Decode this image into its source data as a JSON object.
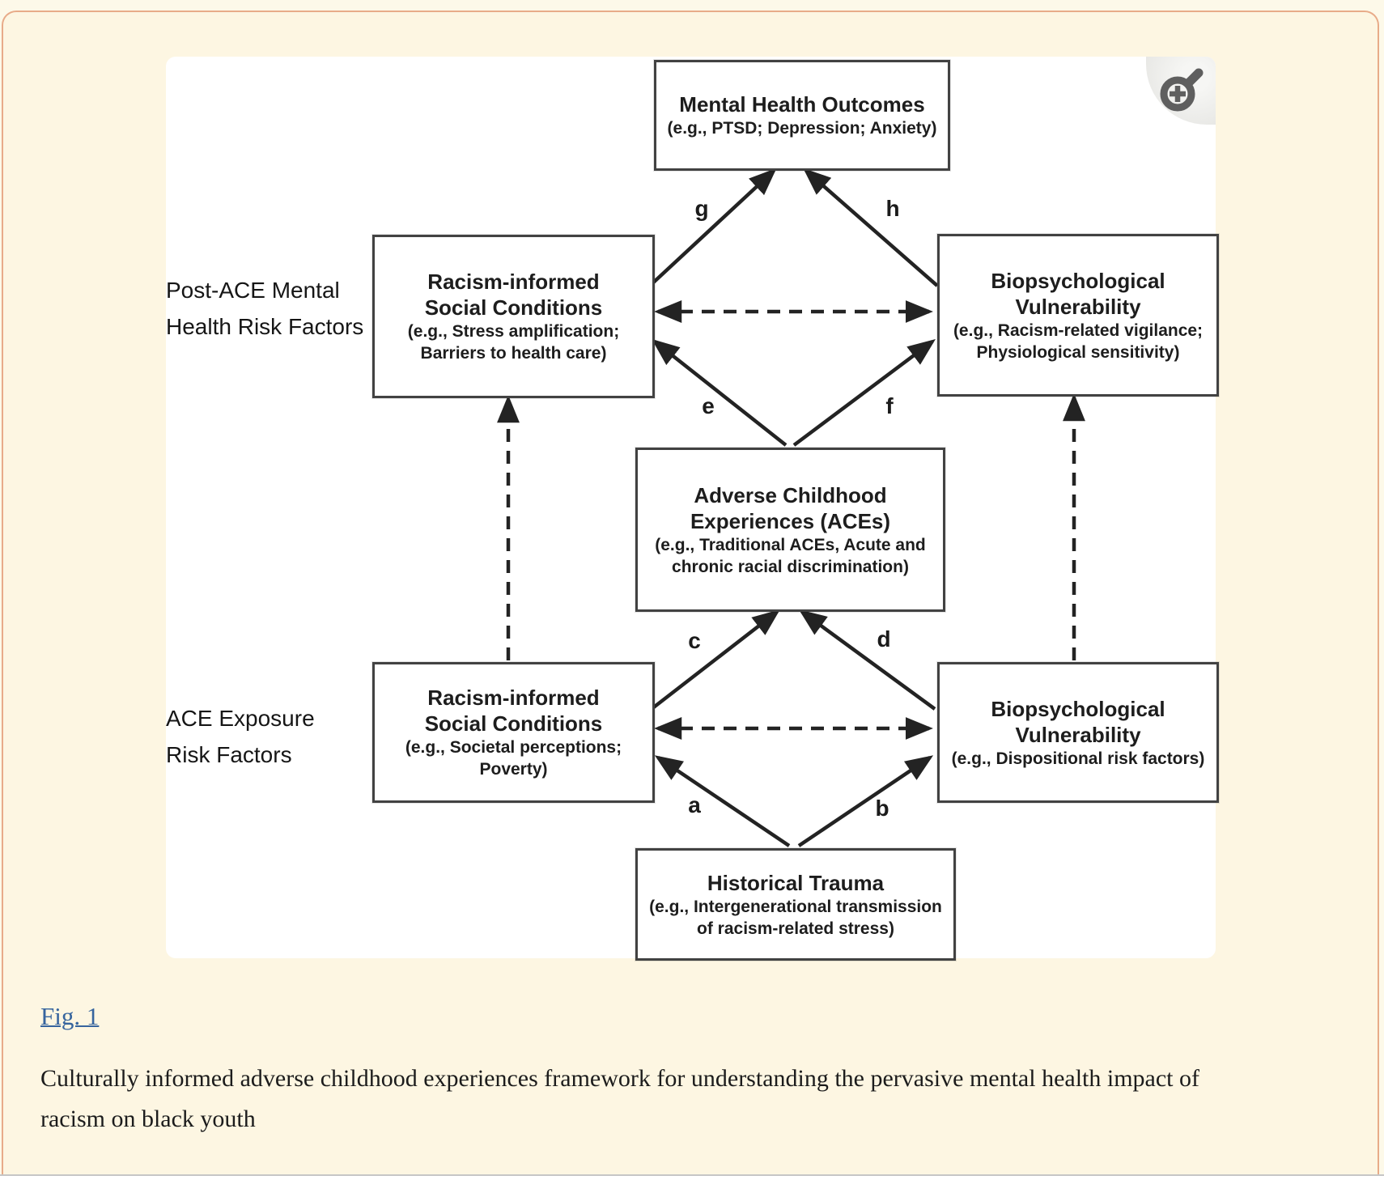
{
  "figure": {
    "zoom_button": {
      "icon": "magnifier-plus-icon"
    },
    "side_labels": {
      "post_ace": {
        "line1": "Post-ACE Mental",
        "line2": "Health Risk Factors"
      },
      "ace_exposure": {
        "line1": "ACE Exposure",
        "line2": "Risk Factors"
      }
    },
    "boxes": {
      "mho": {
        "title1": "Mental Health Outcomes",
        "sub1": "(e.g., PTSD; Depression; Anxiety)"
      },
      "risc_post": {
        "title1": "Racism-informed",
        "title2": "Social Conditions",
        "sub1": "(e.g., Stress amplification;",
        "sub2": "Barriers to health care)"
      },
      "bv_post": {
        "title1": "Biopsychological",
        "title2": "Vulnerability",
        "sub1": "(e.g., Racism-related vigilance;",
        "sub2": "Physiological sensitivity)"
      },
      "aces": {
        "title1": "Adverse Childhood",
        "title2": "Experiences (ACEs)",
        "sub1": "(e.g., Traditional ACEs, Acute and",
        "sub2": "chronic racial discrimination)"
      },
      "risc_exposure": {
        "title1": "Racism-informed",
        "title2": "Social Conditions",
        "sub1": "(e.g., Societal perceptions;",
        "sub2": "Poverty)"
      },
      "bv_exposure": {
        "title1": "Biopsychological",
        "title2": "Vulnerability",
        "sub1": "(e.g., Dispositional risk factors)"
      },
      "historical_trauma": {
        "title1": "Historical Trauma",
        "sub1": "(e.g., Intergenerational transmission",
        "sub2": "of racism-related stress)"
      }
    },
    "edge_labels": {
      "a": "a",
      "b": "b",
      "c": "c",
      "d": "d",
      "e": "e",
      "f": "f",
      "g": "g",
      "h": "h"
    },
    "edges": [
      {
        "from": "historical_trauma",
        "to": "risc_exposure",
        "label": "a",
        "style": "solid"
      },
      {
        "from": "historical_trauma",
        "to": "bv_exposure",
        "label": "b",
        "style": "solid"
      },
      {
        "from": "risc_exposure",
        "to": "aces",
        "label": "c",
        "style": "solid"
      },
      {
        "from": "bv_exposure",
        "to": "aces",
        "label": "d",
        "style": "solid"
      },
      {
        "from": "aces",
        "to": "risc_post",
        "label": "e",
        "style": "solid"
      },
      {
        "from": "aces",
        "to": "bv_post",
        "label": "f",
        "style": "solid"
      },
      {
        "from": "risc_post",
        "to": "mho",
        "label": "g",
        "style": "solid"
      },
      {
        "from": "bv_post",
        "to": "mho",
        "label": "h",
        "style": "solid"
      },
      {
        "from": "risc_post",
        "to": "bv_post",
        "label": "",
        "style": "dashed-bidirectional"
      },
      {
        "from": "risc_exposure",
        "to": "bv_exposure",
        "label": "",
        "style": "dashed-bidirectional"
      },
      {
        "from": "risc_exposure",
        "to": "risc_post",
        "label": "",
        "style": "dashed"
      },
      {
        "from": "bv_exposure",
        "to": "bv_post",
        "label": "",
        "style": "dashed"
      }
    ]
  },
  "caption": {
    "link_label": "Fig. 1",
    "text": "Culturally informed adverse childhood experiences framework for understanding the pervasive mental health impact of racism on black youth"
  },
  "colors": {
    "page_background": "#fdf9e9",
    "card_background": "#fdf6e2",
    "card_border": "#e8ab89",
    "panel_background": "#ffffff",
    "diagram_ink": "#232323",
    "link_blue": "#36649e",
    "caption_text": "#1c1c1c"
  }
}
